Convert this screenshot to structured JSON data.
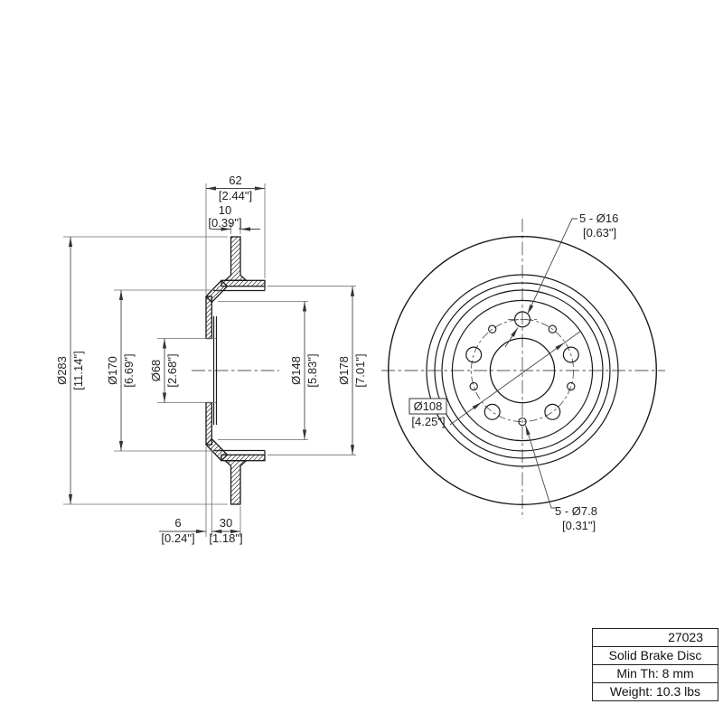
{
  "drawing": {
    "section_view": {
      "dim_width": {
        "mm": "62",
        "in": "[2.44\"]"
      },
      "dim_thickness": {
        "mm": "10",
        "in": "[0.39\"]"
      },
      "dim_od": {
        "mm": "Ø283",
        "in": "[11.14\"]"
      },
      "dim_hat_od": {
        "mm": "Ø170",
        "in": "[6.69\"]"
      },
      "dim_bore": {
        "mm": "Ø68",
        "in": "[2.68\"]"
      },
      "dim_hat_id": {
        "mm": "Ø148",
        "in": "[5.83\"]"
      },
      "dim_flange_od": {
        "mm": "Ø178",
        "in": "[7.01\"]"
      },
      "dim_flange_th": {
        "mm": "6",
        "in": "[0.24\"]"
      },
      "dim_height": {
        "mm": "30",
        "in": "[1.18\"]"
      }
    },
    "front_view": {
      "callout_bolt_holes": {
        "line1": "5 - Ø16",
        "line2": "[0.63\"]"
      },
      "callout_bolt_circle": {
        "line1": "Ø108",
        "line2": "[4.25\"]"
      },
      "callout_small_holes": {
        "line1": "5 - Ø7.8",
        "line2": "[0.31\"]"
      }
    }
  },
  "info_table": {
    "rows": [
      {
        "label": "27023"
      },
      {
        "label": "Solid Brake Disc"
      },
      {
        "label": "Min Th: 8 mm"
      },
      {
        "label": "Weight: 10.3 lbs"
      }
    ]
  }
}
